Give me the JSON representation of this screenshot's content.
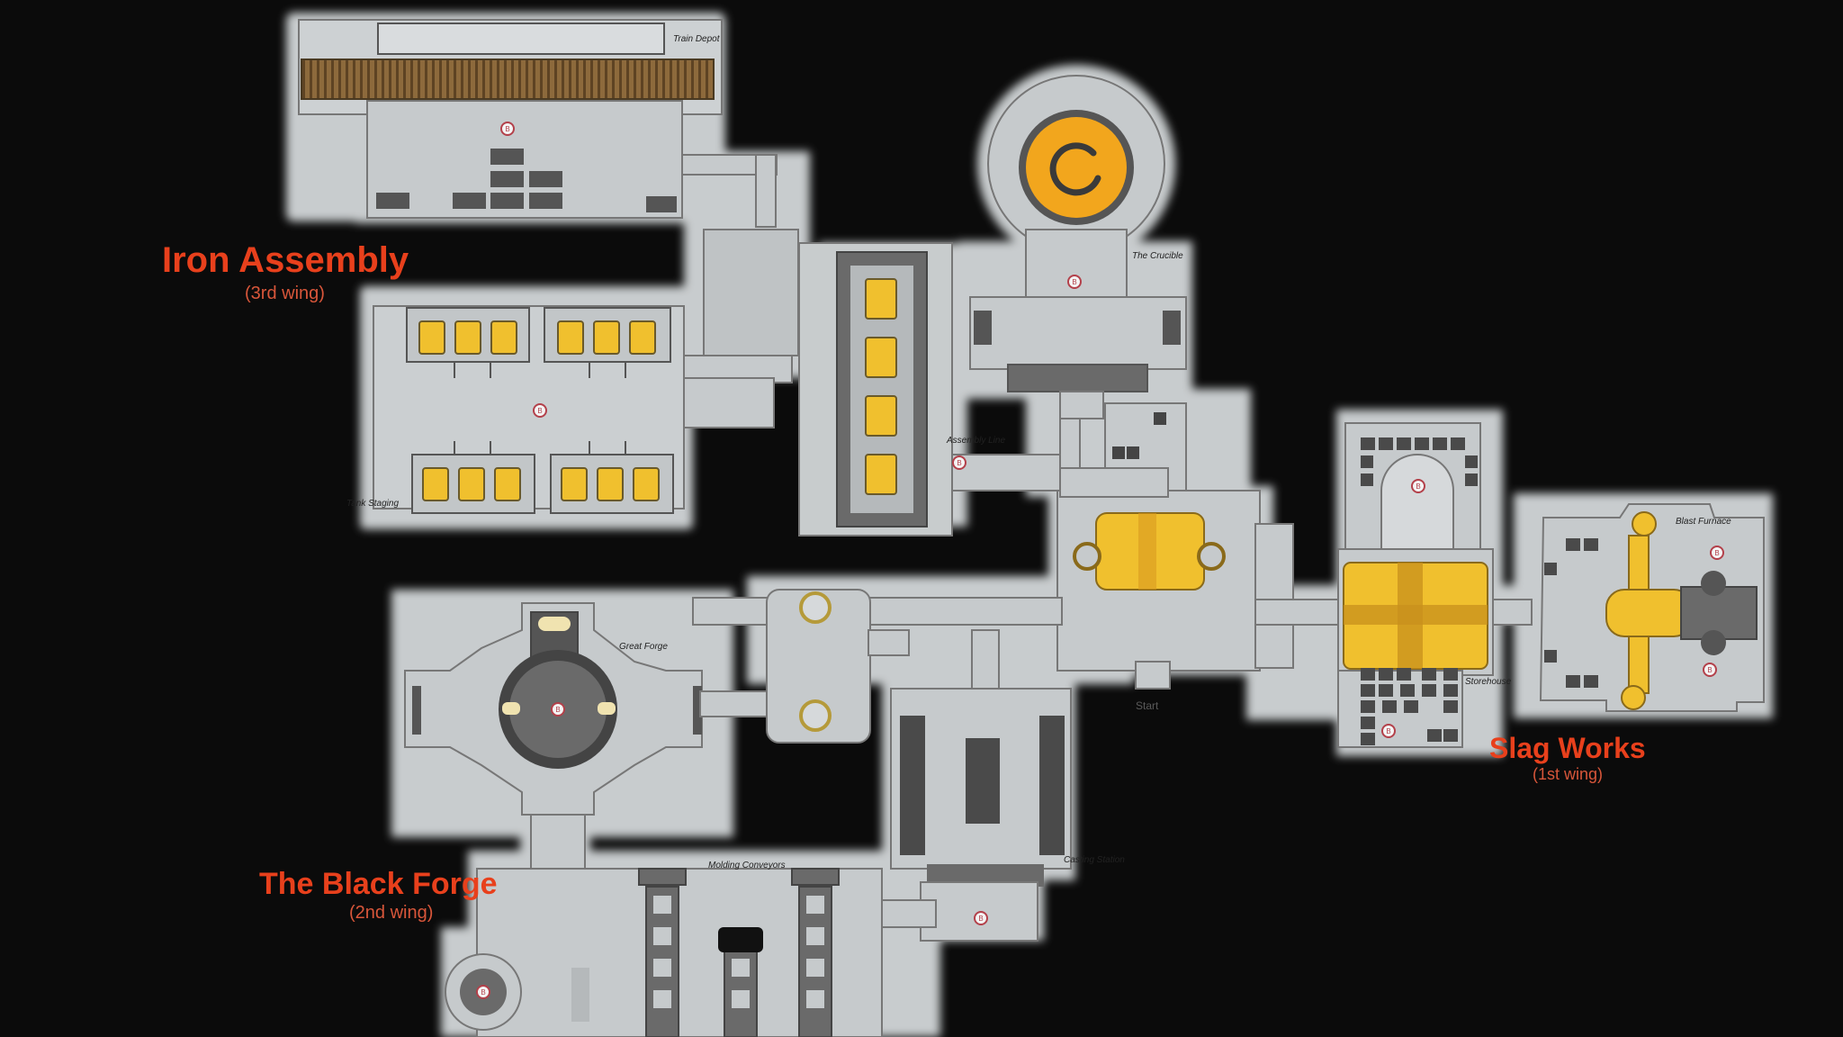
{
  "map": {
    "colors": {
      "background": "#0b0b0b",
      "floor": "#c9cdcf",
      "floor_light": "#d6d9db",
      "wall": "#6a6a6a",
      "glow": "#e9eef0",
      "accent_orange": "#f2a61d",
      "accent_yellow": "#f0c02e",
      "dark_block": "#4a4a4a",
      "rail": "#7a5a34",
      "label_red": "#e8401c"
    },
    "wings": [
      {
        "name": "Iron Assembly",
        "subtitle": "(3rd wing)"
      },
      {
        "name": "The Black Forge",
        "subtitle": "(2nd wing)"
      },
      {
        "name": "Slag Works",
        "subtitle": "(1st wing)"
      }
    ],
    "rooms": [
      {
        "name": "Train Depot"
      },
      {
        "name": "The Crucible"
      },
      {
        "name": "Assembly Line"
      },
      {
        "name": "Tank Staging"
      },
      {
        "name": "Great Forge"
      },
      {
        "name": "Molding Conveyors"
      },
      {
        "name": "Casting Station"
      },
      {
        "name": "Storehouse"
      },
      {
        "name": "Blast Furnace"
      }
    ],
    "start_label": "Start",
    "boss_marker": "B",
    "icons": [
      "crucible-ring-icon",
      "boss-marker-icon",
      "tank-icon",
      "rail-track-icon",
      "anvil-icon",
      "furnace-icon"
    ]
  }
}
